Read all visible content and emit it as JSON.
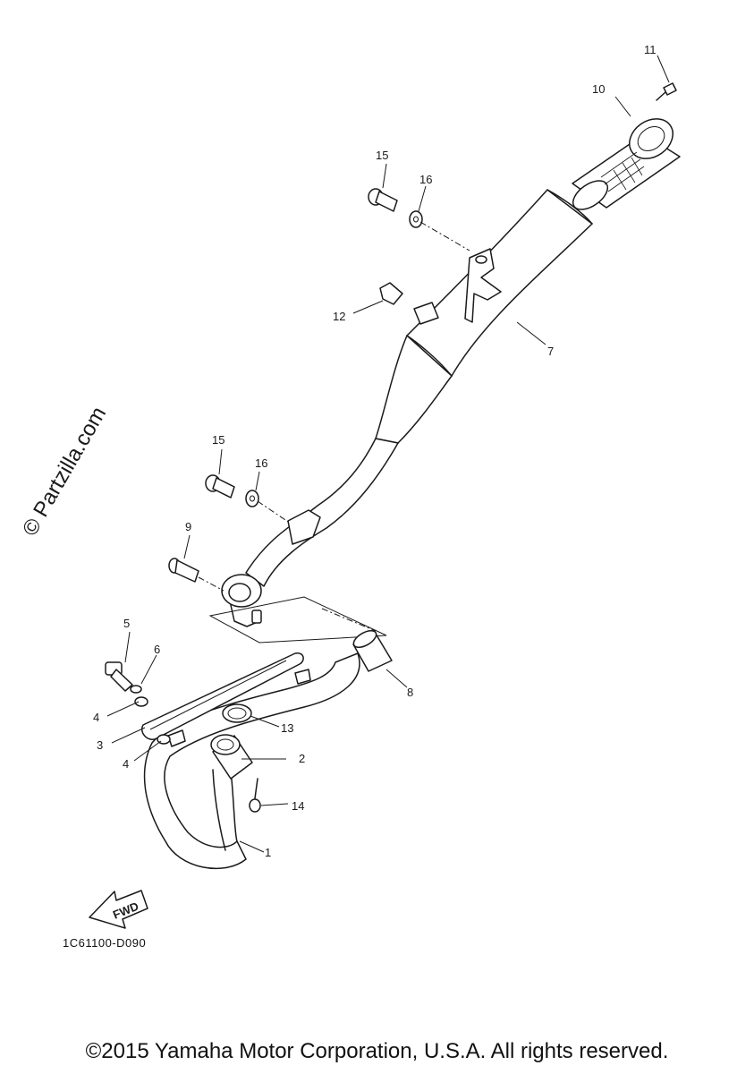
{
  "watermark": "© Partzilla.com",
  "diagram_code": "1C61100-D090",
  "copyright": "©2015 Yamaha Motor Corporation, U.S.A. All rights reserved.",
  "fwd_label": "FWD",
  "callouts": {
    "c1": "1",
    "c2": "2",
    "c3": "3",
    "c4a": "4",
    "c4b": "4",
    "c5": "5",
    "c6": "6",
    "c7": "7",
    "c8": "8",
    "c9": "9",
    "c10": "10",
    "c11": "11",
    "c12": "12",
    "c13": "13",
    "c14": "14",
    "c15a": "15",
    "c15b": "15",
    "c16a": "16",
    "c16b": "16"
  }
}
